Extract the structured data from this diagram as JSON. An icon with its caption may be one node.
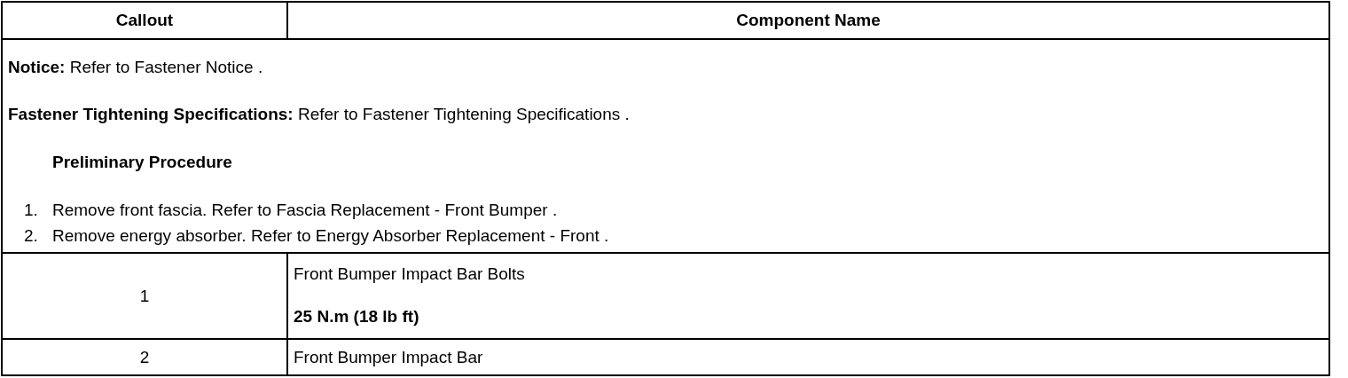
{
  "diagram": {
    "labels": [
      "Callout",
      "Component Name",
      "**Notice:** Refer to Fastener Notice .",
      "**Fastener Tightening Specifications:** Refer to Fastener Tightening Specifications .",
      "Preliminary Procedure",
      "1.",
      "Remove front fascia. Refer to Fascia Replacement - Front Bumper .",
      "2.",
      "Remove energy absorber. Refer to Energy Absorber Replacement - Front .",
      "1",
      "Front Bumper Impact Bar Bolts",
      "25 N.m (18 lb ft)",
      "2",
      "Front Bumper Impact Bar"
    ]
  }
}
